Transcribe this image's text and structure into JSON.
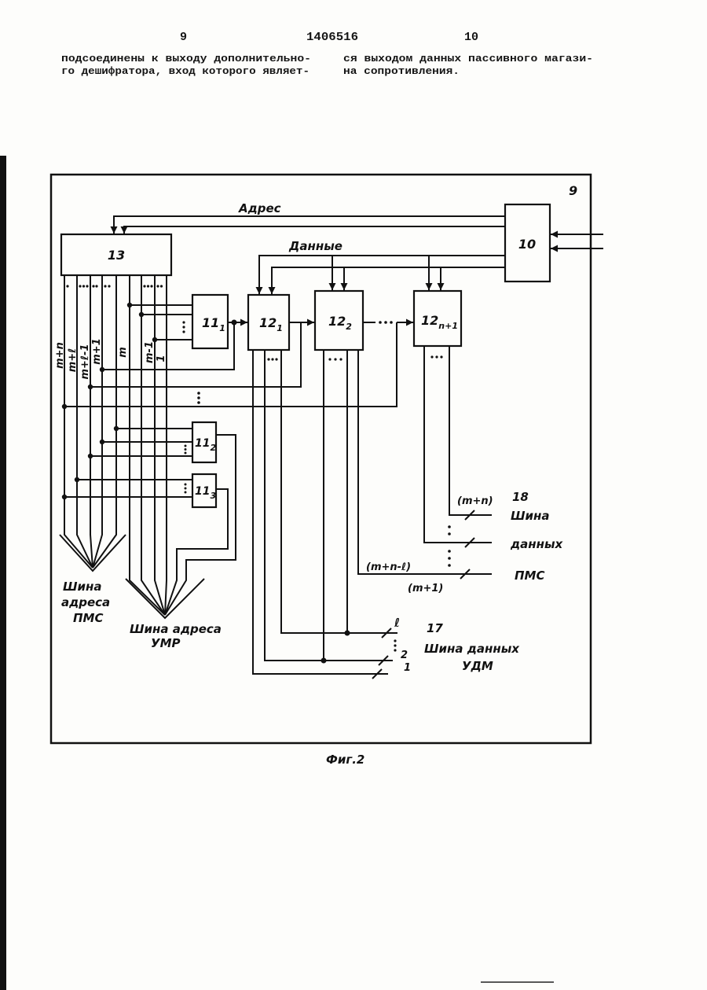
{
  "header": {
    "page_left": "9",
    "patent_number": "1406516",
    "page_right": "10"
  },
  "text": {
    "left_col": [
      "подсоединены к выходу дополнительно-",
      "го дешифратора, вход которого являет-"
    ],
    "right_col": [
      "ся выходом данных пассивного магази-",
      "на сопротивления."
    ]
  },
  "diagram": {
    "frame_label": "9",
    "blocks": {
      "b10": "10",
      "b13": "13",
      "b11_1": {
        "main": "11",
        "sub": "1"
      },
      "b11_2": {
        "main": "11",
        "sub": "2"
      },
      "b11_3": {
        "main": "11",
        "sub": "3"
      },
      "b12_1": {
        "main": "12",
        "sub": "1"
      },
      "b12_2": {
        "main": "12",
        "sub": "2"
      },
      "b12_n1": {
        "main": "12",
        "sub": "n+1"
      }
    },
    "labels": {
      "address": "Адрес",
      "data": "Данные"
    },
    "bus_bits": [
      "m+n",
      "m+ℓ",
      "m+ℓ-1",
      "m+1",
      "m",
      "m-1",
      "1"
    ],
    "pms_address_bus": [
      "Шина",
      "адреса",
      "ПМС"
    ],
    "umr_address_bus": [
      "Шина адреса",
      "УМР"
    ],
    "pms_data_bus": {
      "width_top": "(m+n)",
      "number": "18",
      "line1": "Шина",
      "line2": "данных",
      "line3": "ПМС",
      "width_low": "(m+n-ℓ)",
      "width_start": "(m+1)"
    },
    "udm_data_bus": {
      "bit_top": "ℓ",
      "number": "17",
      "bit_2": "2",
      "bit_1": "1",
      "line1": "Шина данных",
      "line2": "УДМ"
    }
  },
  "caption": "Фиг.2"
}
